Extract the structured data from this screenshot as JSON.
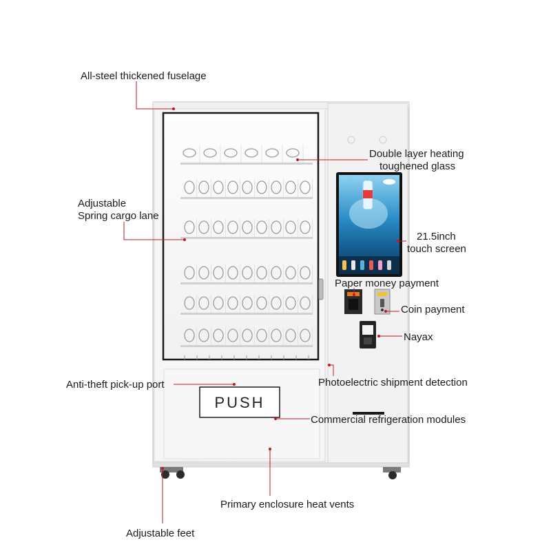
{
  "labels": {
    "fuselage": "All-steel thickened fuselage",
    "glass_line1": "Double layer heating",
    "glass_line2": "toughened glass",
    "spring_line1": "Adjustable",
    "spring_line2": "Spring cargo lane",
    "screen_line1": "21.5inch",
    "screen_line2": "touch screen",
    "paper_money": "Paper money payment",
    "coin": "Coin payment",
    "nayax": "Nayax",
    "pickup": "Anti-theft pick-up port",
    "photoelectric": "Photoelectric shipment detection",
    "refrigeration": "Commercial refrigeration modules",
    "heat_vents": "Primary enclosure heat vents",
    "feet": "Adjustable feet"
  },
  "push_label": "PUSH",
  "colors": {
    "callout": "#c0162a",
    "cabinet": "#f4f4f4",
    "cabinet_edge": "#d4d4d4",
    "screen_bg": "#1b6fa8",
    "text": "#1a1a1a"
  },
  "icons": {
    "bill_acceptor": "bill-acceptor-icon",
    "coin_mech": "coin-mech-icon",
    "card_reader": "card-reader-icon",
    "caster": "caster-wheel-icon"
  }
}
